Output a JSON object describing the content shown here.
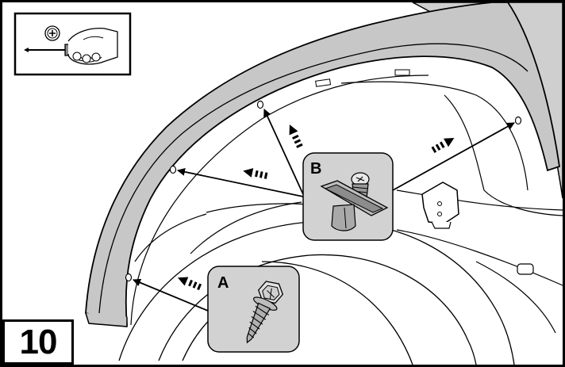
{
  "step": {
    "number": "10"
  },
  "tool": {
    "icon": "phillips-screwdriver-icon"
  },
  "callouts": [
    {
      "label": "A",
      "part": "self-tapping-hex-screw"
    },
    {
      "label": "B",
      "part": "torx-screw-with-clip"
    }
  ],
  "colors": {
    "flare": "#c7c7c7",
    "callout_fill": "#d2d2d2",
    "panel": "#cfcfcf",
    "line": "#000000"
  }
}
